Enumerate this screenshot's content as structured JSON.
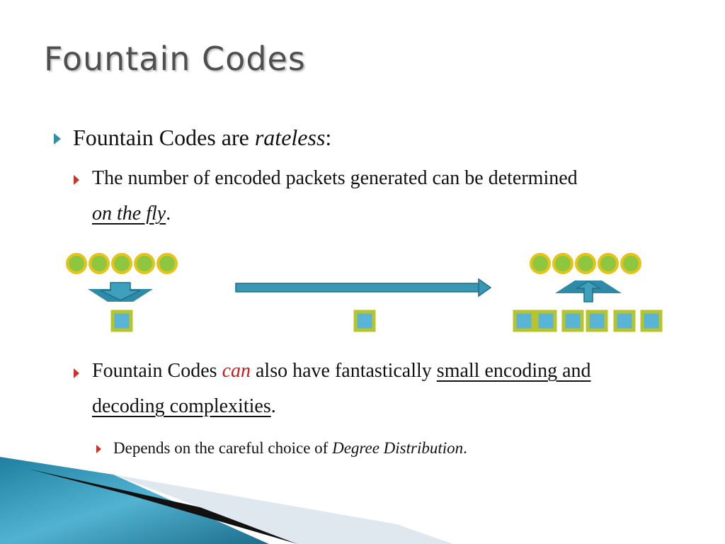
{
  "slide": {
    "title": "Fountain Codes",
    "bullet1": {
      "text": "Fountain Codes are ",
      "emph": "rateless",
      "tail": ":"
    },
    "bullet1_1": {
      "line1": "The number of encoded packets generated can be determined",
      "emph": "on the fly",
      "tail": "."
    },
    "bullet1_2": {
      "t1": "Fountain Codes ",
      "can": "can",
      "t2": " also have fantastically ",
      "u1": "small encoding and",
      "u2": "decoding complexities",
      "tail": "."
    },
    "bullet1_2_1": {
      "text": "Depends on the careful choice of ",
      "emph": "Degree Distribution",
      "tail": "."
    }
  },
  "diagram": {
    "circle_color": "#8ec63f",
    "circle_border": "#e5c41a",
    "square_color": "#5ab4d6",
    "square_border": "#b8c52a",
    "arrow_color": "#2e8aa6",
    "left_circles": 5,
    "right_circles": 5,
    "middle_squares": 1,
    "left_squares": 1,
    "right_squares": 6
  },
  "colors": {
    "title": "#4f4f4f",
    "accent_bullet": "#2d8fa8",
    "sub_bullet": "#c8352a",
    "emphasis_red": "#cc1a1a"
  }
}
